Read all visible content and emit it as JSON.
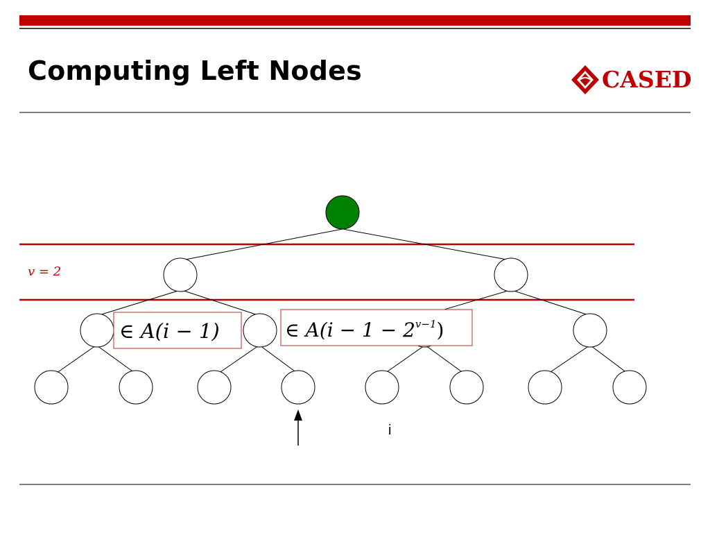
{
  "slide": {
    "title": "Computing Left Nodes",
    "logo": {
      "text": "CASED",
      "icon": "cased-diamond-logo-icon"
    }
  },
  "diagram": {
    "level_label": "v = 2",
    "formula_left": {
      "prefix": "∈ ",
      "expr": "A(i − 1)"
    },
    "formula_right": {
      "prefix": "∈ ",
      "expr": "A(i − 1 − 2",
      "superscript": "v−1",
      "suffix": ")"
    },
    "leaf_marker_label": "i",
    "arrow_icon": "up-arrow-icon"
  },
  "colors": {
    "accent_red": "#c00000",
    "root_fill": "#008000",
    "box_border": "#c0504d",
    "text": "#000000"
  }
}
